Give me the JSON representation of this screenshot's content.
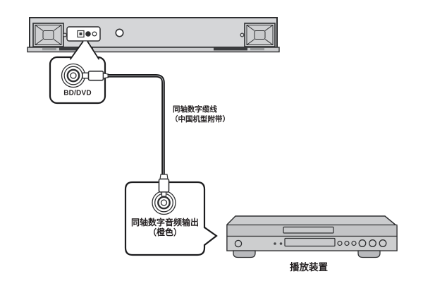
{
  "diagram": {
    "type": "connection-diagram",
    "labels": {
      "bd_dvd": "BD/DVD",
      "cable_line1": "同轴数字缆线",
      "cable_line2": "（中国机型附带）",
      "output_line1": "同轴数字音频输出",
      "output_line2": "（橙色）",
      "player": "播放装置"
    },
    "icons": {
      "coaxial-jack-icon": "concentric-circles",
      "coaxial-plug-icon": "rca-plug",
      "optical-port-icon": "square-port",
      "coax-port-icon": "filled-circle-port",
      "aux-port-icon": "small-circle-port",
      "speaker-driver-icon": "diamond-grille",
      "screw-icon": "small-circle",
      "keyhole-icon": "round-hole"
    },
    "colors": {
      "background": "#ffffff",
      "outline": "#2e2f31",
      "callout_stroke": "#1c1c1e",
      "cable": "#1a1a1c",
      "cable_core": "#9b9da0",
      "soundbar_fill": "#d5d6d8",
      "speaker_fill": "#cfd0d2",
      "strip_bar_dark": "#3b3d3f",
      "strip_bar_light": "#97999b",
      "player_top_fill": "#cbccce",
      "player_front_upper_fill": "#c3c4c6",
      "player_front_lower_fill": "#cdcecf",
      "player_feet_fill": "#b9babd",
      "text": "#231f20"
    }
  }
}
